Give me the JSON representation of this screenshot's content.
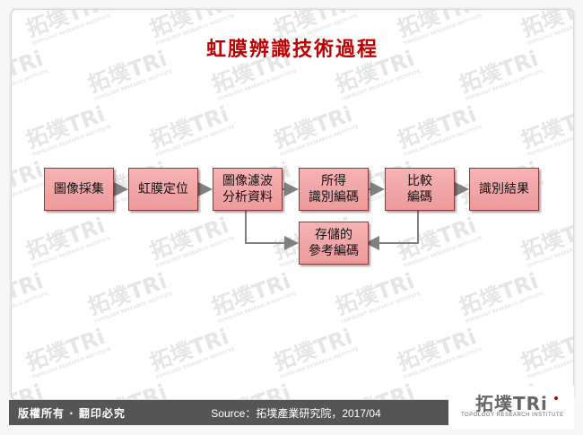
{
  "title": "虹膜辨識技術過程",
  "watermark": {
    "cn": "拓墣",
    "tri": "TRi",
    "sub": "TOPOLOGY RESEARCH INSTITUTE"
  },
  "diagram": {
    "boxes": [
      {
        "id": "acquire",
        "label": "圖像採集"
      },
      {
        "id": "locate",
        "label": "虹膜定位"
      },
      {
        "id": "filter",
        "label": "圖像濾波\n分析資料"
      },
      {
        "id": "derived",
        "label": "所得\n識別編碼"
      },
      {
        "id": "compare",
        "label": "比較\n編碼"
      },
      {
        "id": "result",
        "label": "識別結果"
      },
      {
        "id": "stored",
        "label": "存儲的\n參考編碼"
      }
    ],
    "arrow_color": "#808080"
  },
  "footer": {
    "copyright": "版權所有 · 翻印必究",
    "source": "Source：拓墣產業研究院，2017/04",
    "logo_cn": "拓墣",
    "logo_tri": "TRi",
    "logo_sub": "TOPOLOGY RESEARCH INSTITUTE"
  }
}
